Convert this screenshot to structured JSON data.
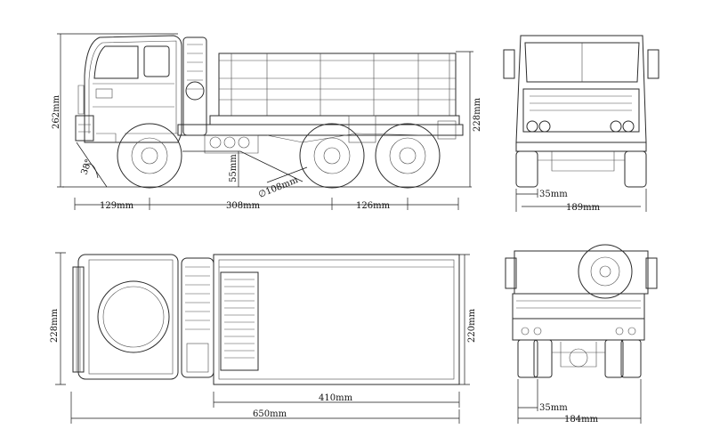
{
  "dimensions": {
    "height_side": "262mm",
    "height_bed": "228mm",
    "approach_angle": "38°",
    "ground_clearance": "55mm",
    "wheel_diameter": "∅108mm",
    "front_overhang": "129mm",
    "wheelbase_front": "308mm",
    "axle_spacing": "126mm",
    "front_track_offset": "35mm",
    "front_width": "189mm",
    "top_width": "228mm",
    "bed_width": "220mm",
    "bed_length": "410mm",
    "total_length": "650mm",
    "rear_track_offset": "35mm",
    "rear_width": "184mm"
  }
}
